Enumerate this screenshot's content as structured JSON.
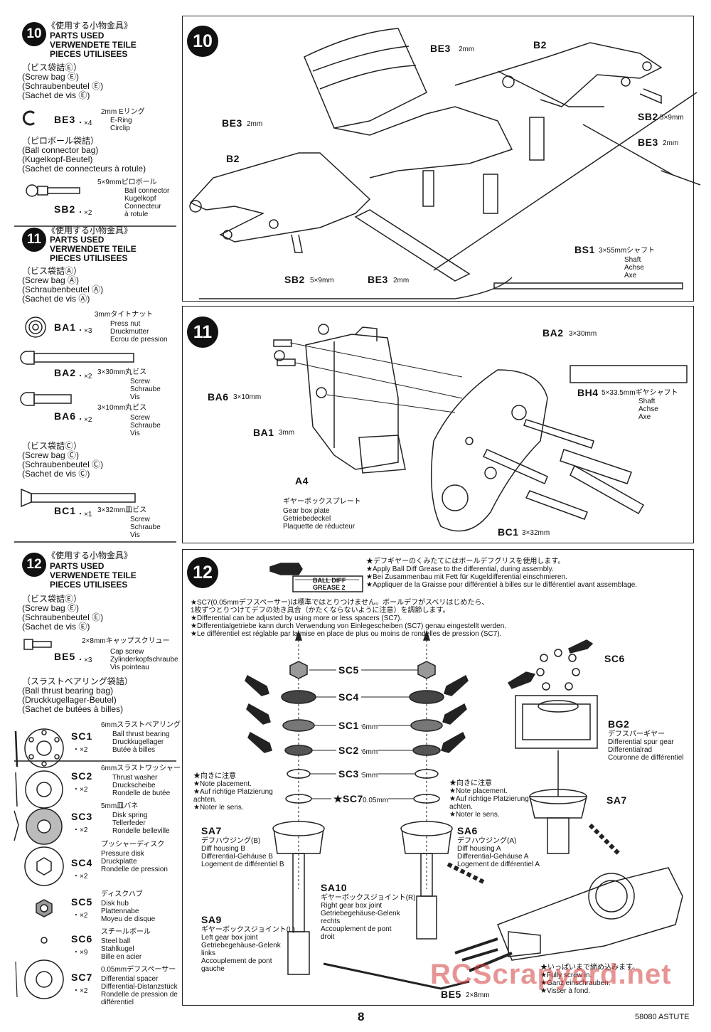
{
  "sidebar": {
    "s10": {
      "step": "10",
      "header_jp": "《使用する小物金具》",
      "header": [
        "PARTS USED",
        "VERWENDETE TEILE",
        "PIECES UTILISEES"
      ],
      "bags": [
        {
          "lines": [
            "（ビス袋詰Ⓔ）",
            "(Screw bag Ⓔ)",
            "(Schraubenbeutel Ⓔ)",
            "(Sachet de vis Ⓔ)"
          ],
          "parts": [
            {
              "code": "BE3",
              "qty": "・×4",
              "jp": "2mm Eリング",
              "desc": [
                "E-Ring",
                "Circlip"
              ]
            }
          ]
        },
        {
          "lines": [
            "（ピロボール袋詰）",
            "(Ball connector bag)",
            "(Kugelkopf-Beutel)",
            "(Sachet de connecteurs à rotule)"
          ],
          "parts": [
            {
              "code": "SB2",
              "qty": "・×2",
              "jp": "5×9mmピロボール",
              "desc": [
                "Ball connector",
                "Kugelkopf",
                "Connecteur",
                "à rotule"
              ]
            }
          ]
        }
      ]
    },
    "s11": {
      "step": "11",
      "header_jp": "《使用する小物金具》",
      "header": [
        "PARTS USED",
        "VERWENDETE TEILE",
        "PIECES UTILISEES"
      ],
      "bagA": [
        "（ビス袋詰Ⓐ）",
        "(Screw bag Ⓐ)",
        "(Schraubenbeutel Ⓐ)",
        "(Sachet de vis Ⓐ)"
      ],
      "ba1": {
        "code": "BA1",
        "qty": "・×3",
        "jp": "3mmタイトナット",
        "desc": [
          "Press nut",
          "Druckmutter",
          "Ecrou de pression"
        ]
      },
      "ba2": {
        "code": "BA2",
        "qty": "・×2",
        "jp": "3×30mm丸ビス",
        "desc": [
          "Screw",
          "Schraube",
          "Vis"
        ]
      },
      "ba6": {
        "code": "BA6",
        "qty": "・×2",
        "jp": "3×10mm丸ビス",
        "desc": [
          "Screw",
          "Schraube",
          "Vis"
        ]
      },
      "bagC": [
        "（ビス袋詰Ⓒ）",
        "(Screw bag Ⓒ)",
        "(Schraubenbeutel Ⓒ)",
        "(Sachet de vis Ⓒ)"
      ],
      "bc1": {
        "code": "BC1",
        "qty": "・×1",
        "jp": "3×32mm皿ビス",
        "desc": [
          "Screw",
          "Schraube",
          "Vis"
        ]
      }
    },
    "s12": {
      "step": "12",
      "header_jp": "《使用する小物金具》",
      "header": [
        "PARTS USED",
        "VERWENDETE TEILE",
        "PIECES UTILISEES"
      ],
      "bagE": [
        "（ビス袋詰Ⓔ）",
        "(Screw bag Ⓔ)",
        "(Schraubenbeutel Ⓔ)",
        "(Sachet de vis Ⓔ)"
      ],
      "be5": {
        "code": "BE5",
        "qty": "・×3",
        "jp": "2×8mmキャップスクリュー",
        "desc": [
          "Cap screw",
          "Zylinderkopfschraube",
          "Vis pointeau"
        ]
      },
      "bagT": [
        "（スラストベアリング袋詰）",
        "(Ball thrust bearing bag)",
        "(Druckkugellager-Beutel)",
        "(Sachet de butées à billes)"
      ],
      "sc": [
        {
          "code": "SC1",
          "qty": "・×2",
          "jp": "6mmスラストベアリング",
          "desc": [
            "Ball thrust bearing",
            "Druckkugellager",
            "Butée à billes"
          ]
        },
        {
          "code": "SC2",
          "qty": "・×2",
          "jp": "6mmスラストワッシャー",
          "desc": [
            "Thrust washer",
            "Druckscheibe",
            "Rondelle de butée"
          ]
        },
        {
          "code": "SC3",
          "qty": "・×2",
          "jp": "5mm皿バネ",
          "desc": [
            "Disk spring",
            "Tellerfeder",
            "Rondelle belleville"
          ]
        },
        {
          "code": "SC4",
          "qty": "・×2",
          "jp": "プッシャーディスク",
          "desc": [
            "Pressure disk",
            "Druckplatte",
            "Rondelle de pression"
          ]
        },
        {
          "code": "SC5",
          "qty": "・×2",
          "jp": "ディスクハブ",
          "desc": [
            "Disk hub",
            "Plattennabe",
            "Moyeu de disque"
          ]
        },
        {
          "code": "SC6",
          "qty": "・×9",
          "jp": "スチールボール",
          "desc": [
            "Steel ball",
            "Stahlkugel",
            "Bille en acier"
          ]
        },
        {
          "code": "SC7",
          "qty": "・×2",
          "jp": "0.05mmデフスペーサー",
          "desc": [
            "Differential spacer",
            "Differential-Distanzstück",
            "Rondelle de pression de",
            "différentiel"
          ]
        }
      ]
    }
  },
  "panel10": {
    "step": "10",
    "labels": {
      "be3_top": "BE3",
      "be3_top_size": "2mm",
      "b2_top": "B2",
      "sb2_right": "SB2",
      "sb2_right_size": "5×9mm",
      "be3_right": "BE3",
      "be3_right_size": "2mm",
      "be3_left": "BE3",
      "be3_left_size": "2mm",
      "b2_left": "B2",
      "bs1": "BS1",
      "bs1_size": "3×55mmシャフト",
      "bs1_desc": [
        "Shaft",
        "Achse",
        "Axe"
      ],
      "sb2_bottom": "SB2",
      "sb2_bottom_size": "5×9mm",
      "be3_bottom": "BE3",
      "be3_bottom_size": "2mm"
    }
  },
  "panel11": {
    "step": "11",
    "labels": {
      "ba2": "BA2",
      "ba2_size": "3×30mm",
      "bh4": "BH4",
      "bh4_size": "5×33.5mmギヤシャフト",
      "bh4_desc": [
        "Shaft",
        "Achse",
        "Axe"
      ],
      "ba6": "BA6",
      "ba6_size": "3×10mm",
      "ba1": "BA1",
      "ba1_size": "3mm",
      "a4": "A4",
      "plate_jp": "ギヤーボックスプレート",
      "plate_desc": [
        "Gear box plate",
        "Getriebedeckel",
        "Plaquette de réducteur"
      ],
      "bc1": "BC1",
      "bc1_size": "3×32mm"
    }
  },
  "panel12": {
    "step": "12",
    "tube": [
      "BALL DIFF",
      "GREASE 2"
    ],
    "grease_note": [
      "★デフギヤーのくみたてにはボールデフグリスを使用します。",
      "★Apply Ball Diff Grease to the differential, during assembly.",
      "★Bei Zusammenbau mit Fett für Kugeldifferential einschmieren.",
      "★Appliquer de la Graisse pour différentiel à billes sur le différentiel avant assemblage."
    ],
    "sc7_note": [
      "★SC7(0.05mmデフスペーサー)は標準ではとりつけません。ボールデフがスベリはじめたら、",
      "1枚ずつとりつけてデフの効き具合（かたくならないように注意）を調節します。",
      "★Differential can be adjusted by using more or less spacers (SC7).",
      "★Differentialgetriebe kann durch Verwendung von Einlegescheiben (SC7) genau eingestellt werden.",
      "★Le différentiel est réglable par la mise en place de plus ou moins de rondelles de pression (SC7)."
    ],
    "stack": [
      {
        "code": "SC5",
        "size": ""
      },
      {
        "code": "SC4",
        "size": ""
      },
      {
        "code": "SC1",
        "size": "6mm"
      },
      {
        "code": "SC2",
        "size": "6mm"
      },
      {
        "code": "SC3",
        "size": "5mm"
      },
      {
        "code": "★SC7",
        "size": "0.05mm"
      }
    ],
    "placement_left": [
      "★向きに注意",
      "★Note placement.",
      "★Auf richtige Platzierung",
      "achten.",
      "★Noter le sens."
    ],
    "placement_right": [
      "★向きに注意",
      "★Note placement.",
      "★Auf richtige Platzierung",
      "achten.",
      "★Noter le sens."
    ],
    "sa7_left": {
      "code": "SA7",
      "jp": "デフハウジング(B)",
      "desc": [
        "Diff housing B",
        "Differential-Gehäuse B",
        "Logement de différentiel B"
      ]
    },
    "sa6": {
      "code": "SA6",
      "jp": "デフハウジング(A)",
      "desc": [
        "Diff housing A",
        "Differential-Gehäuse A",
        "Logement de différentiel A"
      ]
    },
    "sa10": {
      "code": "SA10",
      "jp": "ギヤーボックスジョイント(R)",
      "desc": [
        "Right gear box joint",
        "Getriebegehäuse-Gelenk",
        "rechts",
        "Accouplement de pont",
        "droit"
      ]
    },
    "sa9": {
      "code": "SA9",
      "jp": "ギヤーボックスジョイント(L)",
      "desc": [
        "Left gear box joint",
        "Getriebegehäuse-Gelenk",
        "links",
        "Accouplement de pont",
        "gauche"
      ]
    },
    "sc6": "SC6",
    "bg2": {
      "code": "BG2",
      "jp": "デフスパーギヤー",
      "desc": [
        "Differential spur gear",
        "Differentialrad",
        "Couronne de différentiel"
      ]
    },
    "sa7_right": "SA7",
    "screw_note": [
      "★いっぱいまで締め込みます。",
      "★Fully screw in.",
      "★Ganz einschrauben.",
      "★Visser à fond."
    ],
    "be5": "BE5",
    "be5_size": "2×8mm"
  },
  "footer": {
    "page": "8",
    "model": "58080 ASTUTE",
    "watermark": "RCScrapyard.net"
  }
}
